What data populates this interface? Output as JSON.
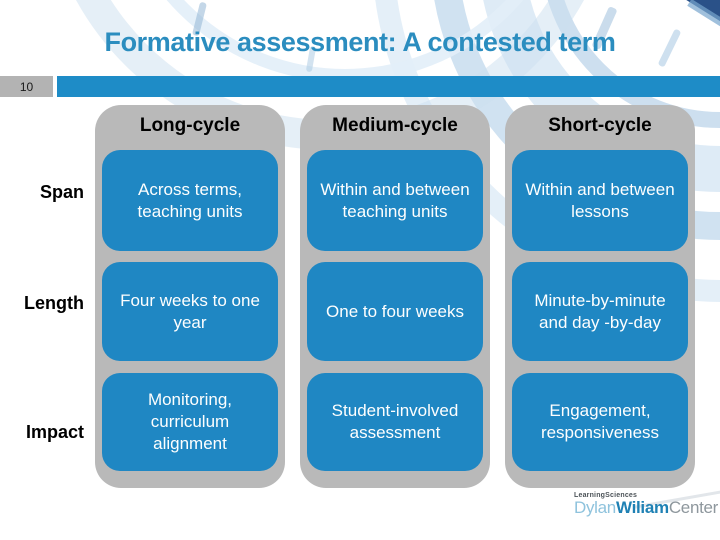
{
  "slide": {
    "title": "Formative assessment: A contested term",
    "slide_number": "10"
  },
  "table": {
    "row_labels": [
      "Span",
      "Length",
      "Impact"
    ],
    "columns": [
      {
        "header": "Long-cycle",
        "cells": [
          "Across terms, teaching units",
          "Four weeks to one year",
          "Monitoring, curriculum alignment"
        ]
      },
      {
        "header": "Medium-cycle",
        "cells": [
          "Within and between teaching units",
          "One to four weeks",
          "Student-involved assessment"
        ]
      },
      {
        "header": "Short-cycle",
        "cells": [
          "Within and between lessons",
          "Minute-by-minute and day -by-day",
          "Engagement, responsiveness"
        ]
      }
    ]
  },
  "logo": {
    "small_text": "LearningSciences",
    "part1": "Dylan",
    "part2": "Wiliam",
    "part3": "Center"
  },
  "colors": {
    "title_blue": "#2b8dbf",
    "bar_blue": "#1e8cc7",
    "cell_blue": "#1f87c3",
    "column_gray": "#b9b9b9",
    "slide_num_gray": "#b3b3b3"
  }
}
